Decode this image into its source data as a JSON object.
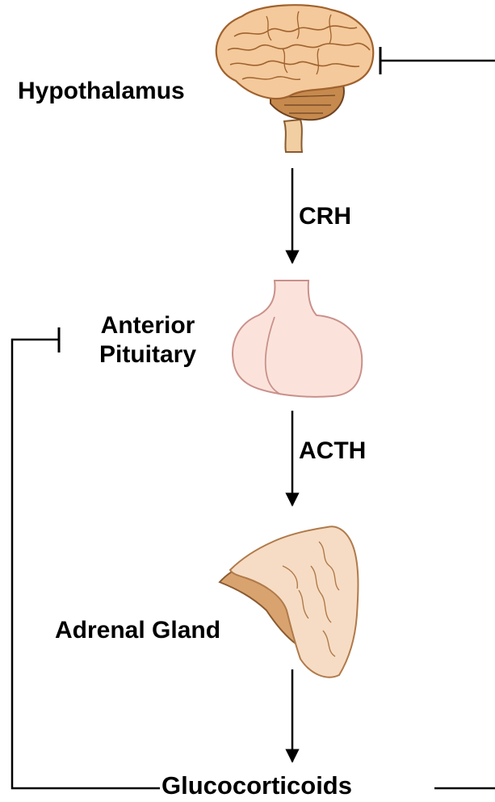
{
  "labels": {
    "hypothalamus": "Hypothalamus",
    "crh": "CRH",
    "anterior_pituitary": "Anterior Pituitary",
    "acth": "ACTH",
    "adrenal_gland": "Adrenal Gland",
    "glucocorticoids": "Glucocorticoids"
  },
  "colors": {
    "brain_fill": "#f4c99b",
    "brain_stroke": "#a0622e",
    "pituitary_fill": "#fbe3dc",
    "pituitary_stroke": "#c9918a",
    "adrenal_fill": "#f6dcc4",
    "adrenal_shadow": "#d9a36f",
    "line": "#000000"
  },
  "icons": {
    "hypothalamus": "brain-icon",
    "pituitary": "pituitary-gland-icon",
    "adrenal": "adrenal-gland-icon"
  }
}
